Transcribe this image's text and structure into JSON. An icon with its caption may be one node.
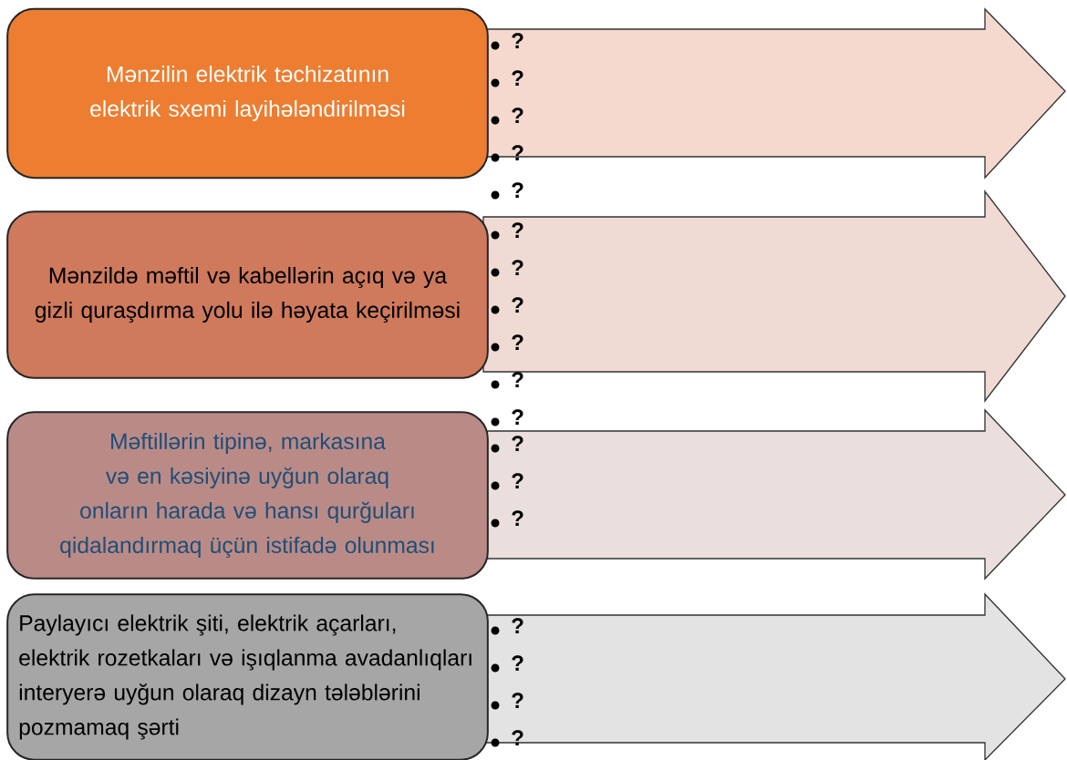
{
  "diagram": {
    "nodes": [
      {
        "text": [
          "Mənzilin elektrik təchizatının elektrik sxemi layihələndirilməsi"
        ]
      },
      {
        "text": [
          "?",
          "?",
          "?",
          "?",
          "?"
        ]
      },
      {
        "text": [
          "Mənzildə məftil və kabellərin açıq və ya gizli quraşdırma yolu ilə həyata keçirilməsi"
        ]
      },
      {
        "text": [
          "?",
          "?",
          "?",
          "?",
          "?",
          "?"
        ]
      },
      {
        "text": [
          "Məftillərin tipinə, markasına və en kəsiyinə uyğun olaraq onların harada və hansı qurğuları qidalandırmaq üçün istifadə olunması"
        ]
      },
      {
        "text": [
          "?",
          "?",
          "?"
        ]
      },
      {
        "text": [
          "Paylayıcı elektrik şiti, elektrik açarları, elektrik rozetkaları və işıqlanma avadanlıqları interyerə uyğun olaraq dizayn tələblərini pozmamaq şərti"
        ]
      },
      {
        "text": [
          "?",
          "?",
          "?",
          "?"
        ]
      }
    ]
  }
}
